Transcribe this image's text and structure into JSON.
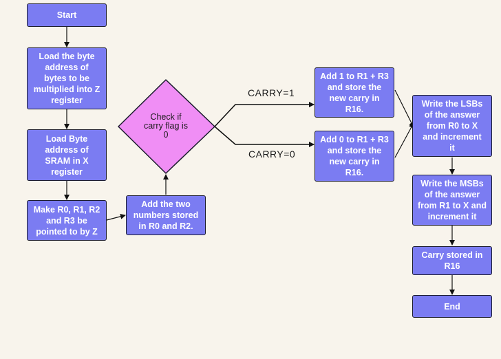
{
  "colors": {
    "background": "#f8f4ec",
    "process_fill": "#7b7cf2",
    "process_text": "#ffffff",
    "decision_fill": "#f08ef5",
    "decision_text": "#1a1a1a",
    "line": "#111111"
  },
  "nodes": {
    "start": "Start",
    "load_z": "Load the byte\naddress of\nbytes to be\nmultiplied into Z\nregister",
    "load_x": "Load Byte\naddress of\nSRAM in X\nregister",
    "point_z": "Make R0, R1, R2\nand R3 be\npointed to by Z",
    "add_two": "Add the two\nnumbers stored\nin R0 and R2.",
    "check_carry": "Check if\ncarry flag is\n0",
    "add_one": "Add 1 to R1 + R3\nand store the\nnew carry in\nR16.",
    "add_zero": "Add 0 to R1 + R3\nand store the\nnew carry in\nR16.",
    "write_lsb": "Write the LSBs\nof the answer\nfrom R0 to X\nand increment\nit",
    "write_msb": "Write the MSBs\nof the answer\nfrom R1 to X and\nincrement it",
    "carry_stored": "Carry stored in\nR16",
    "end": "End"
  },
  "edge_labels": {
    "carry_one": "CARRY=1",
    "carry_zero": "CARRY=0"
  }
}
